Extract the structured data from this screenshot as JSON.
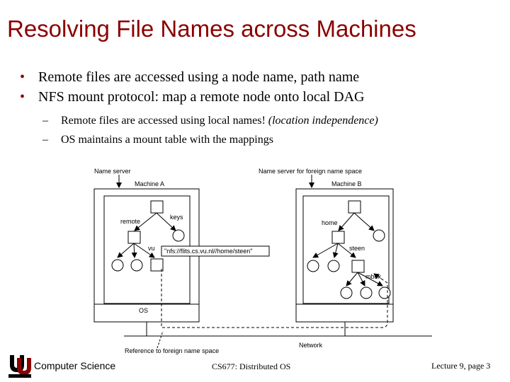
{
  "slide": {
    "title": "Resolving File Names across Machines",
    "bullets": [
      "Remote files are accessed using a node name, path name",
      "NFS mount protocol: map a remote node onto local DAG"
    ],
    "subbullets": [
      {
        "text": "Remote files are accessed using local names! ",
        "emphasis": "(location independence)"
      },
      {
        "text": "OS maintains a mount table with the mappings",
        "emphasis": ""
      }
    ],
    "bullet_glyph": "•",
    "dash_glyph": "–"
  },
  "diagram": {
    "name_server": "Name server",
    "machine_a": "Machine A",
    "name_server_foreign": "Name server for foreign name space",
    "machine_b": "Machine B",
    "remote": "remote",
    "keys": "keys",
    "vu": "vu",
    "nfs_path": "\"nfs://flits.cs.vu.nl//home/steen\"",
    "home": "home",
    "steen": "steen",
    "mbox": "mbox",
    "os": "OS",
    "network": "Network",
    "reference": "Reference to foreign name space"
  },
  "footer": {
    "course_dept": "Computer Science",
    "course": "CS677: Distributed OS",
    "lecture": "Lecture 9, page 3"
  },
  "colors": {
    "title": "#8b0000",
    "bullet": "#8b0000",
    "logo": "#8b0000"
  },
  "icons": {
    "logo": "umass-logo"
  }
}
